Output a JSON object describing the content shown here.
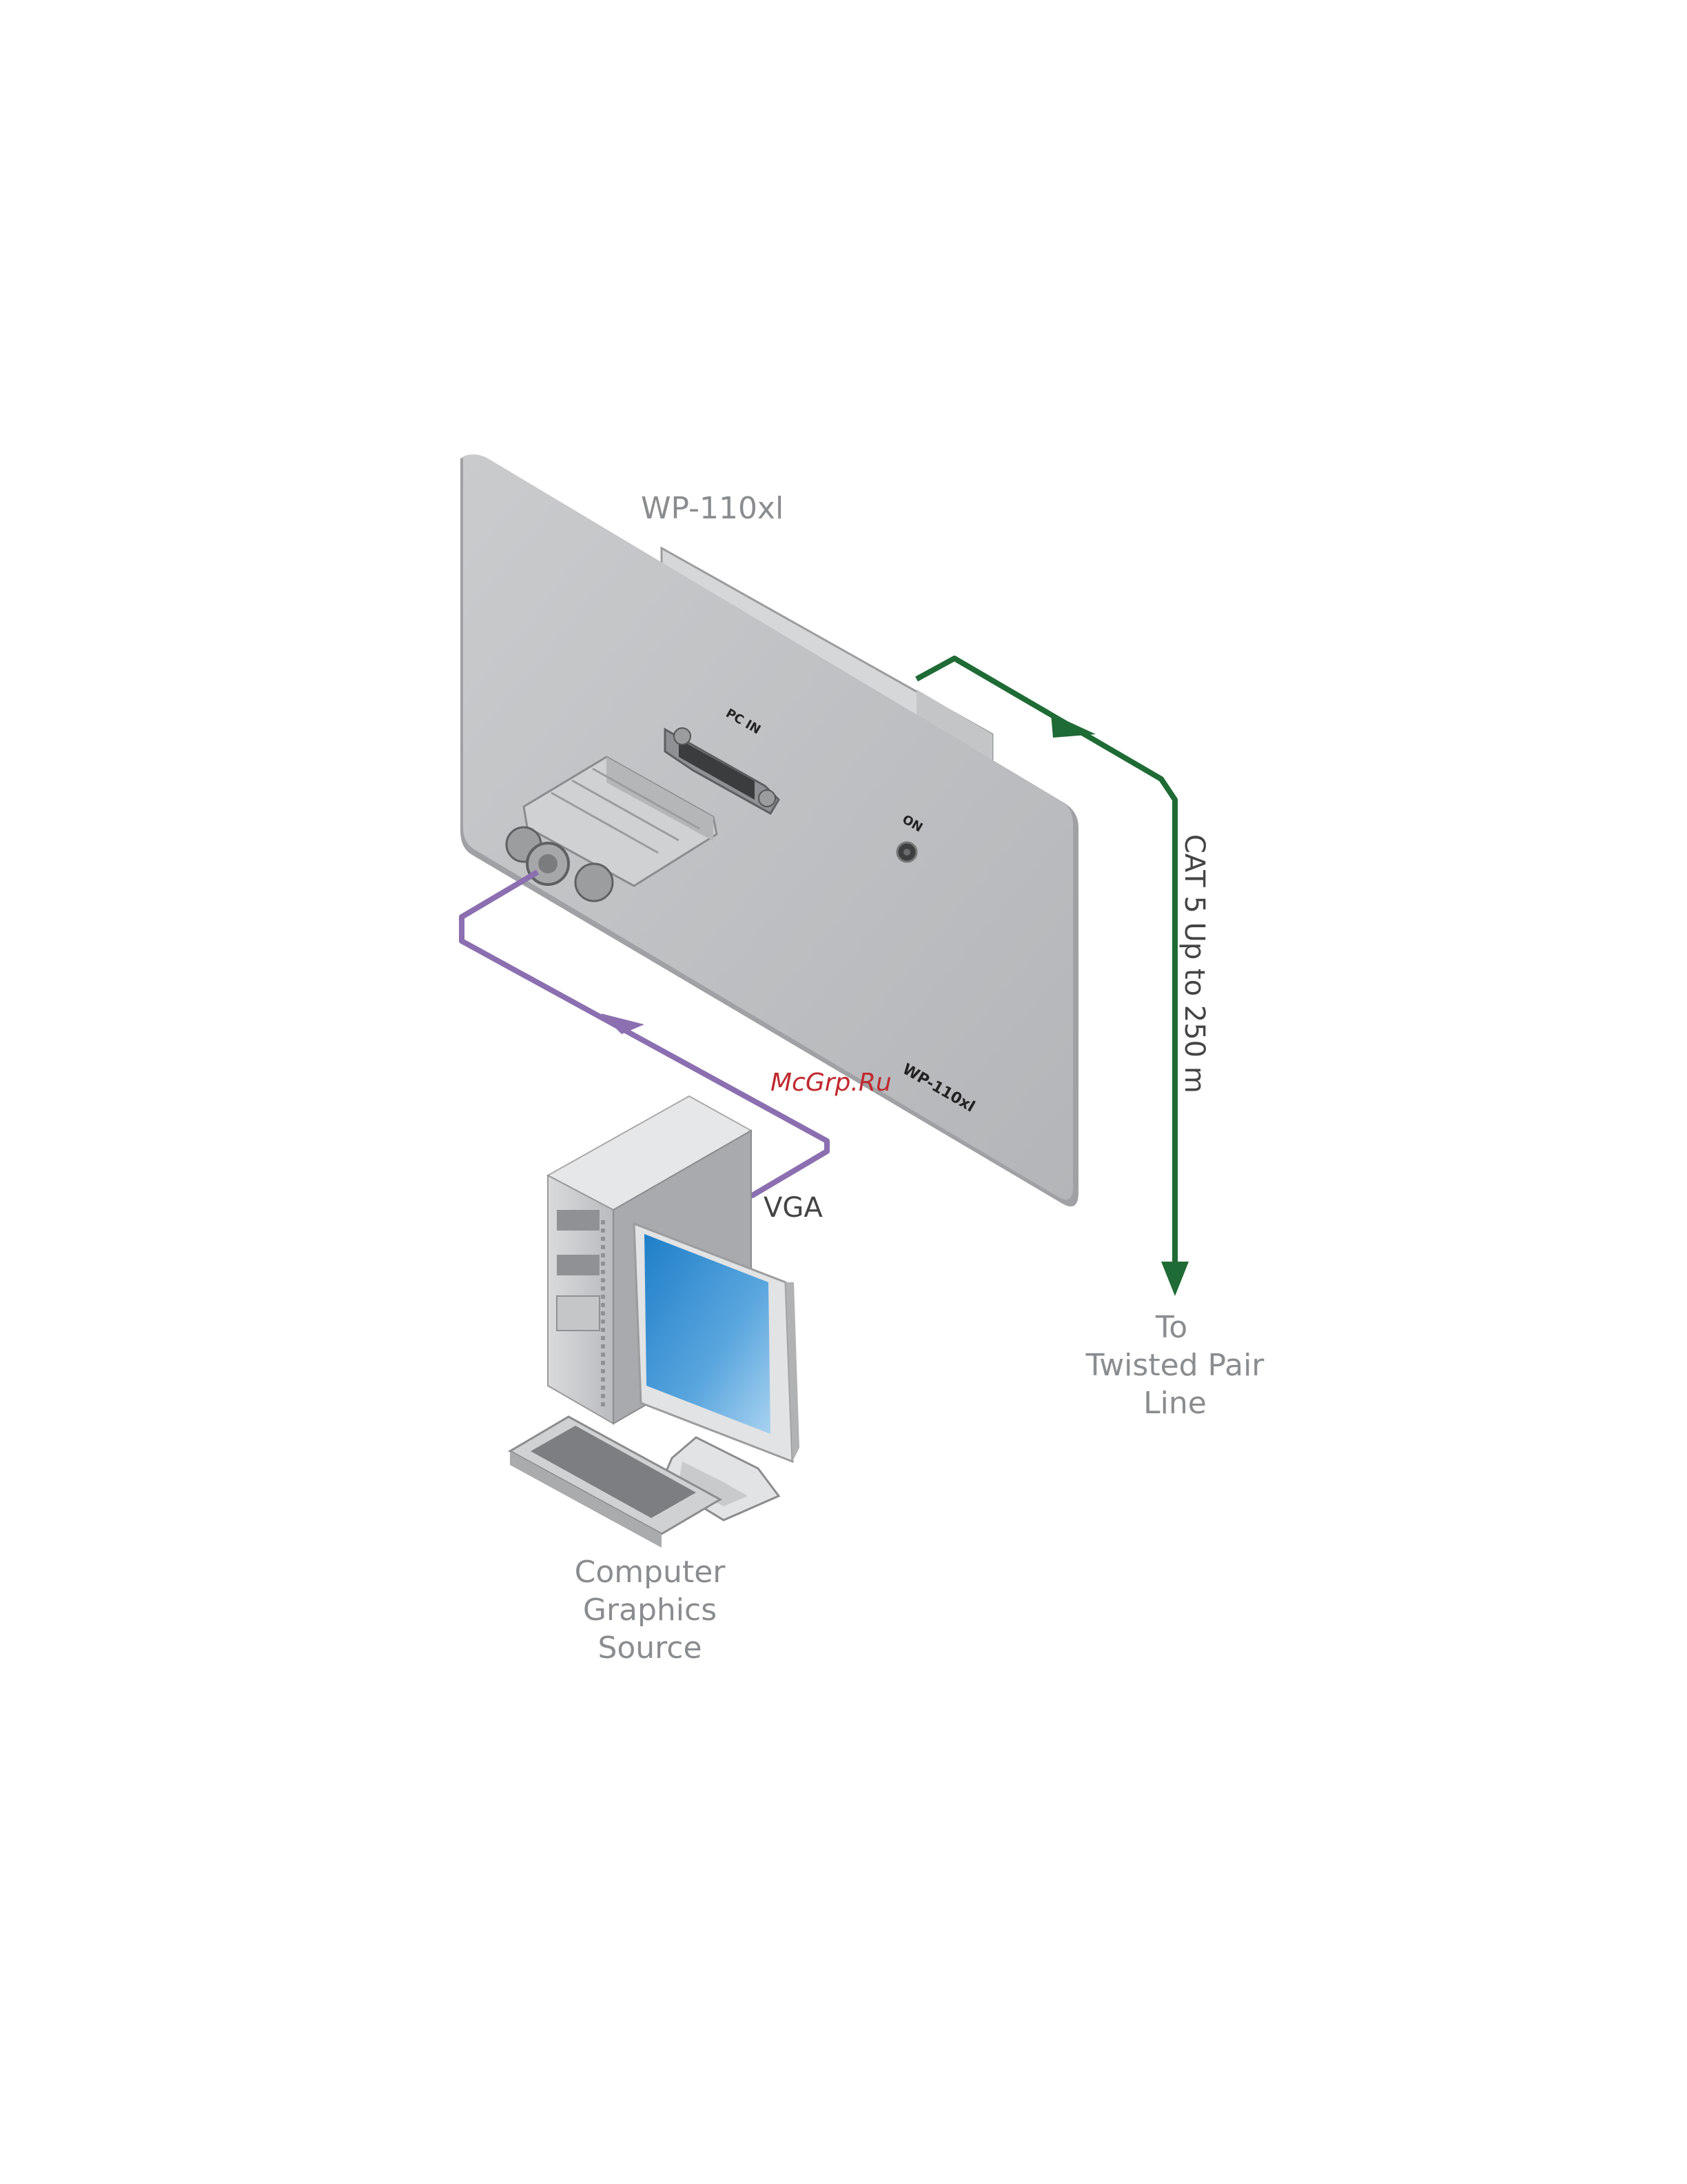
{
  "device": {
    "model_label": "WP-110xl",
    "faceplate_model": "WP-110xl",
    "port_label": "PC IN",
    "led_label": "ON"
  },
  "connections": {
    "vga_label": "VGA",
    "cat5_label": "CAT 5   Up to 250 m",
    "vga_color": "#8b6fb0",
    "cat5_color": "#1f6b35"
  },
  "destination": {
    "lines": [
      "To",
      "Twisted Pair",
      "Line"
    ]
  },
  "source": {
    "lines": [
      "Computer",
      "Graphics",
      "Source"
    ]
  },
  "watermark": "McGrp.Ru"
}
